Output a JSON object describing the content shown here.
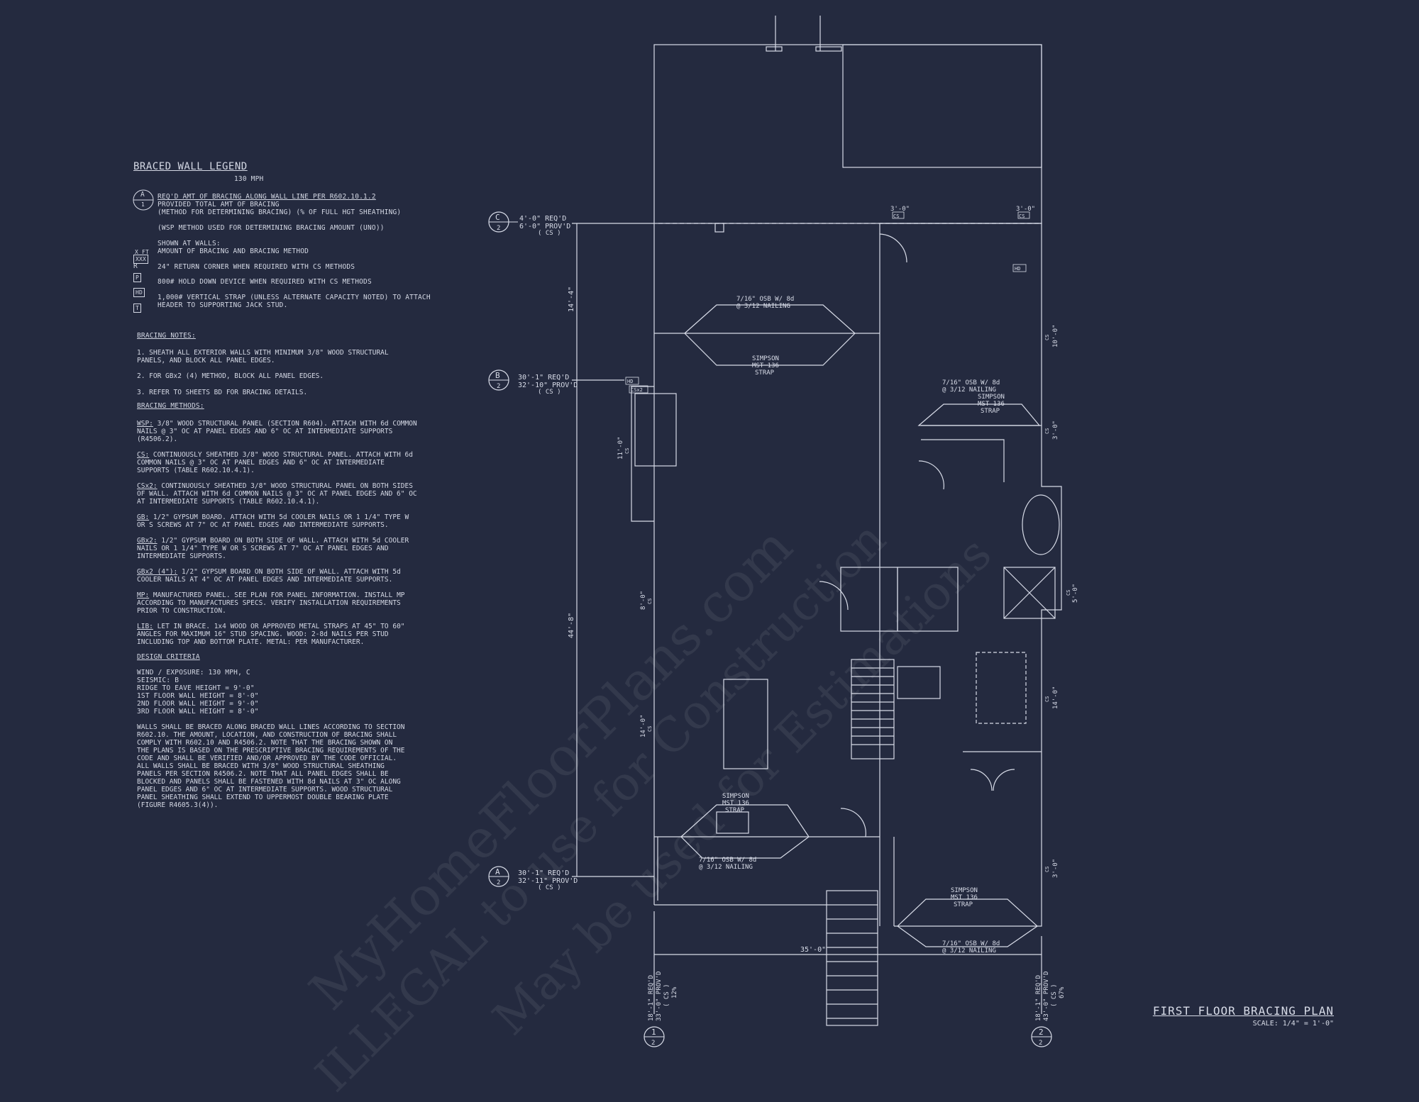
{
  "legend": {
    "title": "BRACED WALL LEGEND",
    "wind": "130 MPH",
    "key_symbol_top": "A",
    "key_symbol_bottom": "1",
    "key_lines": [
      "REQ'D AMT OF BRACING ALONG WALL LINE PER R602.10.1.2",
      "PROVIDED TOTAL AMT OF BRACING",
      "(METHOD FOR DETERMINING BRACING) (% OF FULL HGT SHEATHING)"
    ],
    "wsp_line": "(WSP METHOD USED FOR DETERMINING BRACING AMOUNT (UNO))",
    "shown_at_walls": "SHOWN AT WALLS:",
    "wall_symbol_top": "X FT",
    "wall_symbol_box": "XXX",
    "wall_desc": "AMOUNT OF BRACING AND BRACING METHOD",
    "items": [
      {
        "symbol": "R",
        "text": "24\" RETURN CORNER WHEN REQUIRED WITH CS METHODS"
      },
      {
        "symbol": "P",
        "text": "800# HOLD DOWN DEVICE WHEN REQUIRED WITH CS METHODS"
      },
      {
        "symbol": "HD",
        "text": "1,000# VERTICAL STRAP (UNLESS ALTERNATE CAPACITY NOTED) TO ATTACH"
      },
      {
        "symbol": "T",
        "text": "HEADER TO SUPPORTING JACK STUD."
      }
    ]
  },
  "bracing_notes": {
    "title": "BRACING NOTES:",
    "notes": [
      "1. SHEATH ALL EXTERIOR WALLS WITH MINIMUM 3/8\" WOOD STRUCTURAL PANELS, AND BLOCK ALL PANEL EDGES.",
      "2. FOR GBx2 (4) METHOD, BLOCK ALL PANEL EDGES.",
      "3. REFER TO SHEETS BD FOR BRACING DETAILS."
    ]
  },
  "bracing_methods": {
    "title": "BRACING METHODS:",
    "methods": [
      {
        "code": "WSP:",
        "text": "3/8\" WOOD STRUCTURAL PANEL (SECTION R604). ATTACH WITH 6d COMMON NAILS @ 3\" OC AT PANEL EDGES AND 6\" OC AT INTERMEDIATE SUPPORTS (R4506.2)."
      },
      {
        "code": "CS:",
        "text": "CONTINUOUSLY SHEATHED 3/8\" WOOD STRUCTURAL PANEL. ATTACH WITH 6d COMMON NAILS @ 3\" OC AT PANEL EDGES AND 6\" OC AT INTERMEDIATE SUPPORTS (TABLE R602.10.4.1)."
      },
      {
        "code": "CSx2:",
        "text": "CONTINUOUSLY SHEATHED 3/8\" WOOD STRUCTURAL PANEL ON BOTH SIDES OF WALL. ATTACH WITH 6d COMMON NAILS @ 3\" OC AT PANEL EDGES AND 6\" OC AT INTERMEDIATE SUPPORTS (TABLE R602.10.4.1)."
      },
      {
        "code": "GB:",
        "text": "1/2\" GYPSUM BOARD. ATTACH WITH 5d COOLER NAILS OR 1 1/4\" TYPE W OR S SCREWS AT 7\" OC AT PANEL EDGES AND INTERMEDIATE SUPPORTS."
      },
      {
        "code": "GBx2:",
        "text": "1/2\" GYPSUM BOARD ON BOTH SIDE OF WALL. ATTACH WITH 5d COOLER NAILS OR 1 1/4\" TYPE W OR S SCREWS AT 7\" OC AT PANEL EDGES AND INTERMEDIATE SUPPORTS."
      },
      {
        "code": "GBx2 (4\"):",
        "text": "1/2\" GYPSUM BOARD ON BOTH SIDE OF WALL. ATTACH WITH 5d COOLER NAILS AT 4\" OC AT PANEL EDGES AND INTERMEDIATE SUPPORTS."
      },
      {
        "code": "MP:",
        "text": "MANUFACTURED PANEL. SEE PLAN FOR PANEL INFORMATION. INSTALL MP ACCORDING TO MANUFACTURES SPECS. VERIFY INSTALLATION REQUIREMENTS PRIOR TO CONSTRUCTION."
      },
      {
        "code": "LIB:",
        "text": "LET IN BRACE. 1x4 WOOD OR APPROVED METAL STRAPS AT 45\" TO 60\" ANGLES FOR MAXIMUM 16\" STUD SPACING. WOOD: 2-8d NAILS PER STUD INCLUDING TOP AND BOTTOM PLATE. METAL: PER MANUFACTURER."
      }
    ]
  },
  "design_criteria": {
    "title": "DESIGN CRITERIA",
    "lines": [
      "WIND / EXPOSURE:  130 MPH, C",
      "SEISMIC:  B",
      "RIDGE TO EAVE HEIGHT = 9'-0\"",
      "1ST FLOOR WALL HEIGHT = 8'-0\"",
      "2ND FLOOR WALL HEIGHT = 9'-0\"",
      "3RD FLOOR WALL HEIGHT = 8'-0\""
    ],
    "paragraph": "WALLS SHALL BE BRACED ALONG BRACED WALL LINES ACCORDING TO SECTION R602.10. THE AMOUNT, LOCATION, AND CONSTRUCTION OF BRACING SHALL COMPLY WITH R602.10 AND R4506.2. NOTE THAT THE BRACING SHOWN ON THE PLANS IS BASED ON THE PRESCRIPTIVE BRACING REQUIREMENTS OF THE CODE AND SHALL BE VERIFIED AND/OR APPROVED BY THE CODE OFFICIAL. ALL WALLS SHALL BE BRACED WITH 3/8\" WOOD STRUCTURAL SHEATHING PANELS PER SECTION R4506.2. NOTE THAT ALL PANEL EDGES SHALL BE BLOCKED AND PANELS SHALL BE FASTENED WITH 8d NAILS AT 3\" OC ALONG PANEL EDGES AND 6\" OC AT INTERMEDIATE SUPPORTS. WOOD STRUCTURAL PANEL SHEATHING SHALL EXTEND TO UPPERMOST DOUBLE BEARING PLATE (FIGURE R4605.3(4))."
  },
  "wall_lines": [
    {
      "letter": "C",
      "num": "2",
      "req": "4'-0\" REQ'D",
      "prov": "6'-0\" PROV'D",
      "method": "( CS )"
    },
    {
      "letter": "B",
      "num": "2",
      "req": "30'-1\" REQ'D",
      "prov": "32'-10\" PROV'D",
      "method": "( CS )"
    },
    {
      "letter": "A",
      "num": "2",
      "req": "30'-1\" REQ'D",
      "prov": "32'-11\" PROV'D",
      "method": "( CS )"
    }
  ],
  "bottom_wall_lines": [
    {
      "num": "1",
      "sub": "2",
      "req": "18'-1\" REQ'D",
      "prov": "33'-0\" PROV'D",
      "method": "( CS )",
      "pct": "12%"
    },
    {
      "num": "2",
      "sub": "2",
      "req": "18'-1\" REQ'D",
      "prov": "43'-0\" PROV'D",
      "method": "( CS )",
      "pct": "67%"
    }
  ],
  "dimensions": {
    "vertical_upper": "14'-4\"",
    "vertical_lower": "44'-8\"",
    "horizontal_bottom": "35'-0\""
  },
  "wall_bracing_marks": [
    {
      "len": "3'-0\"",
      "method": "CS"
    },
    {
      "len": "3'-0\"",
      "method": "CS"
    },
    {
      "len": "10'-0\"",
      "method": "CS"
    },
    {
      "len": "3'-0\"",
      "method": "CS"
    },
    {
      "len": "5'-0\"",
      "method": "CS"
    },
    {
      "len": "14'-0\"",
      "method": "CS"
    },
    {
      "len": "3'-0\"",
      "method": "CS"
    },
    {
      "len": "11'-0\"",
      "method": "CS"
    },
    {
      "len": "8'-0\"",
      "method": "CS"
    },
    {
      "len": "14'-0\"",
      "method": "CS"
    }
  ],
  "hd_label": "HD",
  "csx2_label": "CSx2",
  "plan_notes": {
    "osb_a_1": "7/16\" OSB W/ 8d",
    "osb_a_2": "@ 3/12 NAILING",
    "simpson_a_1": "SIMPSON",
    "simpson_a_2": "MST 136",
    "simpson_a_3": "STRAP",
    "osb_b_1": "7/16\" OSB W/ 8d",
    "osb_b_2": "@ 3/12 NAILING",
    "simpson_b_1": "SIMPSON",
    "simpson_b_2": "MST 136",
    "simpson_b_3": "STRAP",
    "simpson_c_1": "SIMPSON",
    "simpson_c_2": "MST 136",
    "simpson_c_3": "STRAP",
    "osb_c_1": "7/16\" OSB W/ 8d",
    "osb_c_2": "@ 3/12 NAILING",
    "simpson_d_1": "SIMPSON",
    "simpson_d_2": "MST 136",
    "simpson_d_3": "STRAP",
    "osb_d_1": "7/16\" OSB W/ 8d",
    "osb_d_2": "@ 3/12 NAILING"
  },
  "title_block": {
    "title": "FIRST FLOOR BRACING PLAN",
    "scale": "SCALE: 1/4\" = 1'-0\""
  },
  "watermark": {
    "line1": "MyHomeFloorPlans.com",
    "line2": "ILLEGAL to use for Construction",
    "line3": "May be used for Estimations"
  },
  "colors": {
    "background": "#242a3f",
    "linework": "#d8dce8"
  }
}
